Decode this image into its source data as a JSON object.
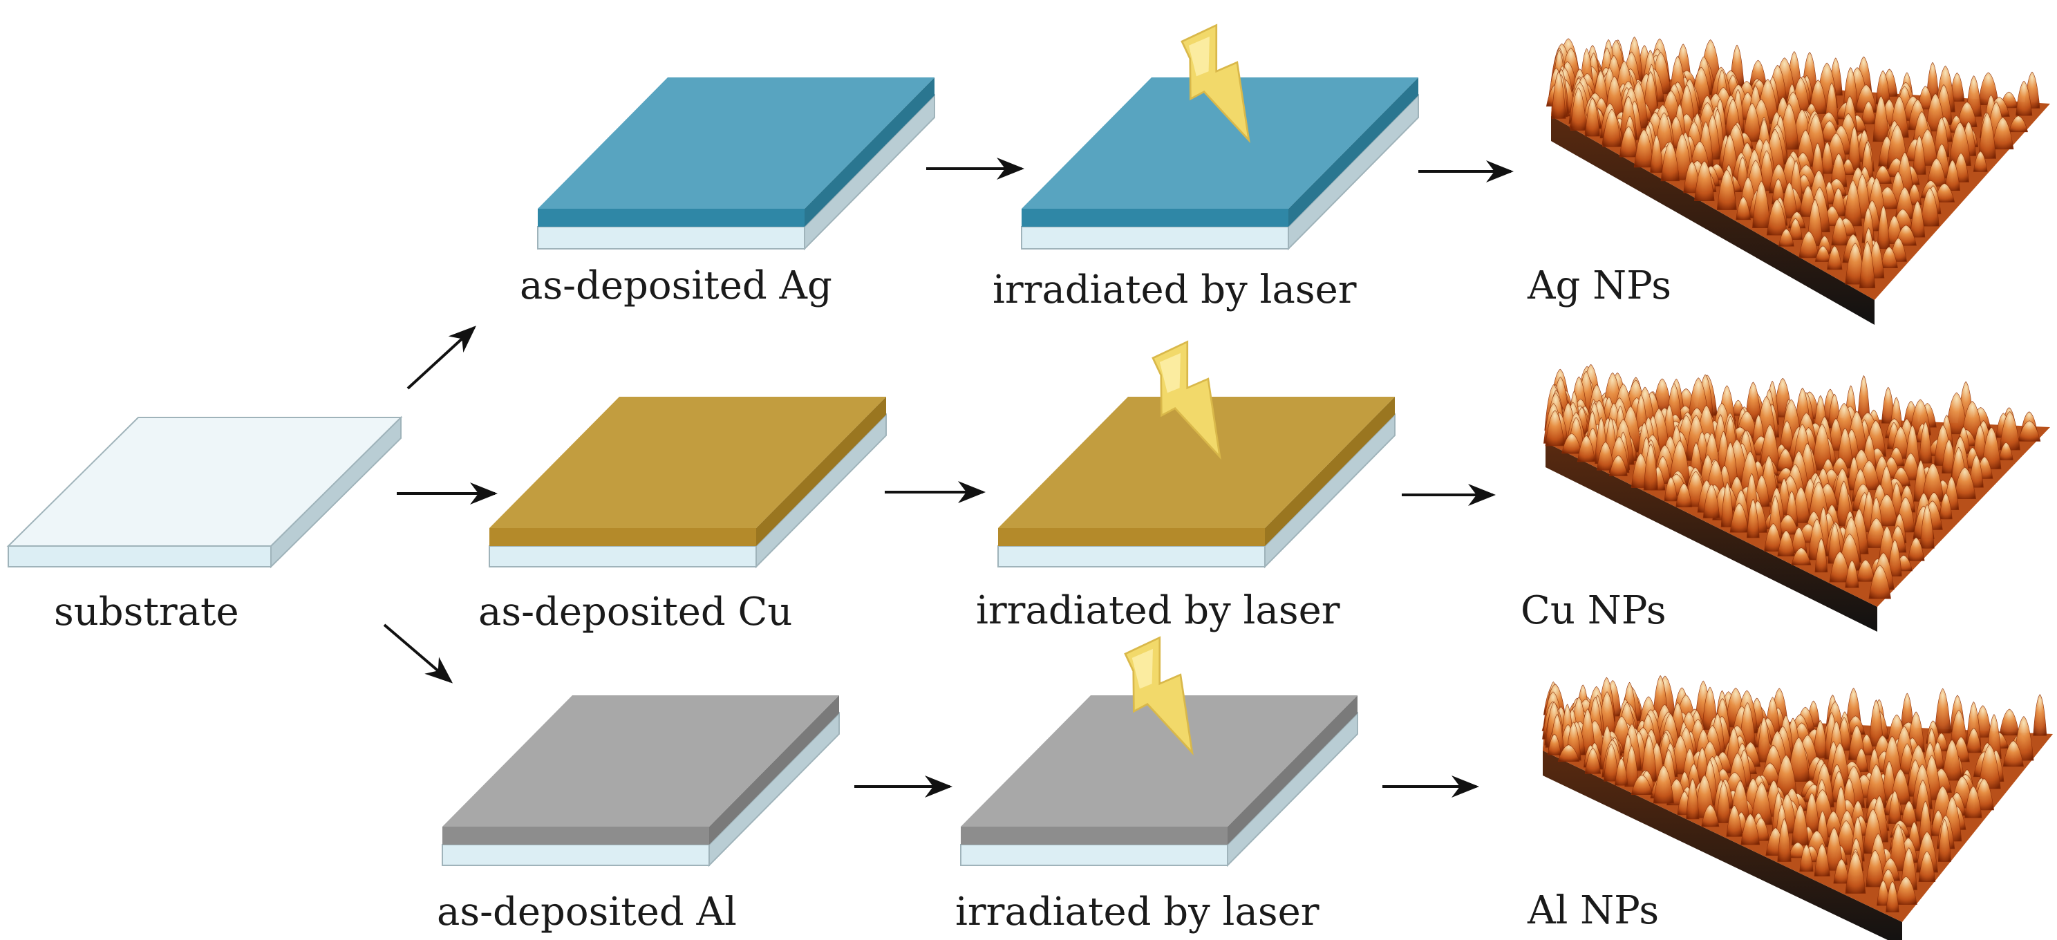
{
  "labels": {
    "substrate": "substrate",
    "ag_deposited": "as-deposited Ag",
    "cu_deposited": "as-deposited Cu",
    "al_deposited": "as-deposited Al",
    "ag_irradiated": "irradiated by laser",
    "cu_irradiated": "irradiated by laser",
    "al_irradiated": "irradiated by laser",
    "ag_nps": "Ag NPs",
    "cu_nps": "Cu NPs",
    "al_nps": "Al NPs"
  },
  "colors": {
    "substrate_top": "#eef6f9",
    "substrate_front": "#dceef4",
    "substrate_side": "#b9cdd4",
    "substrate_edge": "#9fb3ba",
    "ag_top": "#58a4c0",
    "ag_front": "#2f87a6",
    "ag_side": "#2a7690",
    "cu_top": "#c29d3f",
    "cu_front": "#b48a2a",
    "cu_side": "#9a7620",
    "al_top": "#a8a8a8",
    "al_front": "#8d8d8d",
    "al_side": "#7a7a7a",
    "laser": "#f2d96a",
    "laser_edge": "#d9b84a",
    "arrow": "#111111",
    "np_light": "#f3d7a4",
    "np_mid": "#d9712a",
    "np_dark": "#8a2c06",
    "np_base": "#2b2b2b"
  },
  "icons": {
    "laser": "lightning-bolt-icon",
    "arrow": "arrow-icon"
  }
}
